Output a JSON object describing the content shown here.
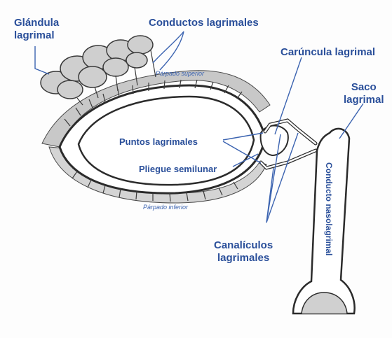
{
  "colors": {
    "label": "#2a4f9a",
    "leader": "#3b63b0",
    "ink": "#2b2b2b",
    "shade": "#9a9a9a"
  },
  "labels": {
    "glandula_lagrimal": "Glándula\nlagrimal",
    "conductos_lagrimales": "Conductos lagrimales",
    "caruncula_lagrimal": "Carúncula lagrimal",
    "saco_lagrimal": "Saco\nlagrimal",
    "puntos_lagrimales": "Puntos lagrimales",
    "pliegue_semilunar": "Pliegue semilunar",
    "parpado_superior": "Párpado superior",
    "parpado_inferior": "Párpado inferior",
    "conducto_nasolagrimal": "Conducto nasolagrimal",
    "canaliculos_lagrimales": "Canalículos\nlagrimales"
  }
}
